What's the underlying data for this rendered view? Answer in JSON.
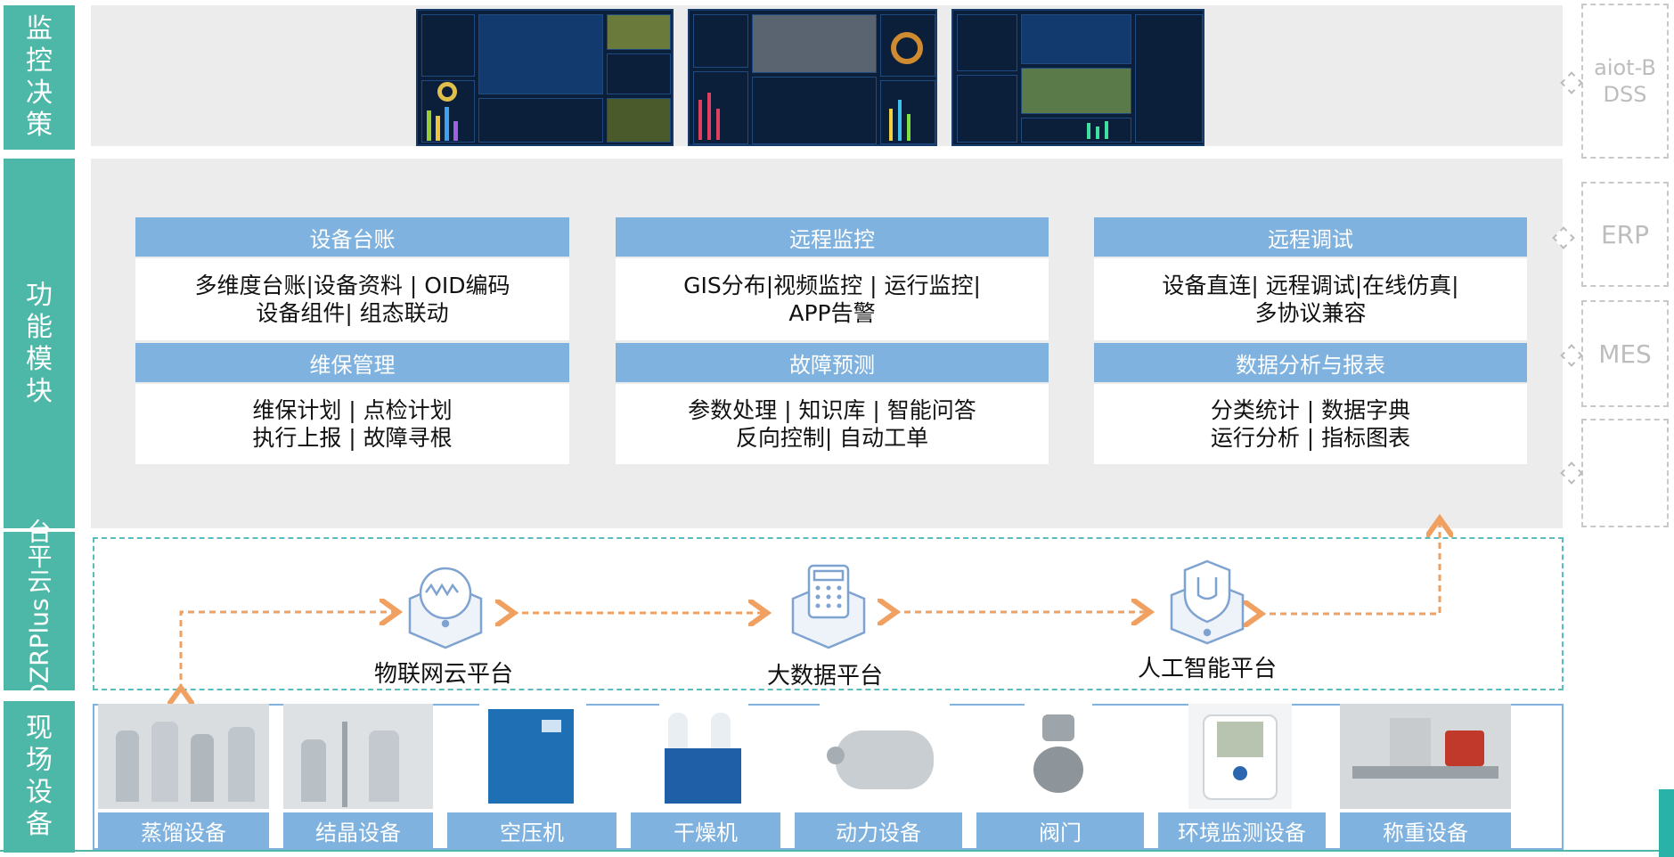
{
  "layers": {
    "monitor": [
      "监",
      "控",
      "决",
      "策"
    ],
    "function": [
      "功",
      "能",
      "模",
      "块"
    ],
    "platform": {
      "latin": "DZRPlus",
      "cn": [
        "云",
        "平",
        "台"
      ]
    },
    "field": [
      "现",
      "场",
      "设",
      "备"
    ]
  },
  "modules": [
    {
      "title": "设备台账",
      "lines": [
        "多维度台账|设备资料 | OID编码",
        "设备组件| 组态联动"
      ]
    },
    {
      "title": "远程监控",
      "lines": [
        "GIS分布|视频监控 | 运行监控|",
        "APP告警"
      ]
    },
    {
      "title": "远程调试",
      "lines": [
        "设备直连| 远程调试|在线仿真|",
        "多协议兼容"
      ]
    },
    {
      "title": "维保管理",
      "lines": [
        "维保计划 | 点检计划",
        "执行上报 | 故障寻根"
      ]
    },
    {
      "title": "故障预测",
      "lines": [
        "参数处理 | 知识库 | 智能问答",
        "反向控制| 自动工单"
      ]
    },
    {
      "title": "数据分析与报表",
      "lines": [
        "分类统计 | 数据字典",
        "运行分析 | 指标图表"
      ]
    }
  ],
  "external_systems": [
    "aiot-BDSS",
    "ERP",
    "MES",
    ""
  ],
  "platforms": [
    "物联网云平台",
    "大数据平台",
    "人工智能平台"
  ],
  "equipment": [
    "蒸馏设备",
    "结晶设备",
    "空压机",
    "干燥机",
    "动力设备",
    "阀门",
    "环境监测设备",
    "称重设备"
  ],
  "colors": {
    "layer_bar": "#4db8a8",
    "module_header": "#7fb2de",
    "arrow": "#f0a060",
    "dashboard_bg": "#0b1e3a",
    "dashed_frame": "#5bbcc0"
  },
  "icons": [
    "iot-cloud-icon",
    "big-data-icon",
    "ai-shield-icon"
  ]
}
